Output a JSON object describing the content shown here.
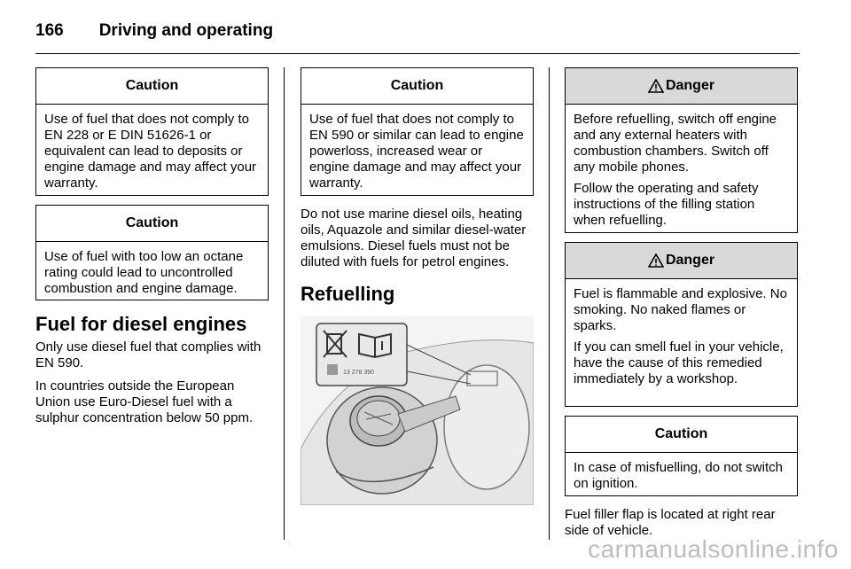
{
  "header": {
    "page_number": "166",
    "section_title": "Driving and operating"
  },
  "col1": {
    "caution1": {
      "title": "Caution",
      "text": "Use of fuel that does not comply to EN 228 or E DIN 51626-1 or equivalent can lead to deposits or engine damage and may affect your warranty."
    },
    "caution2": {
      "title": "Caution",
      "text": "Use of fuel with too low an octane rating could lead to uncontrolled combustion and engine damage."
    },
    "heading": "Fuel for diesel engines",
    "para1": "Only use diesel fuel that complies with EN 590.",
    "para2": "In countries outside the European Union use Euro-Diesel fuel with a sulphur concentration below 50 ppm."
  },
  "col2": {
    "caution": {
      "title": "Caution",
      "text": "Use of fuel that does not comply to EN 590 or similar can lead to engine powerloss, increased wear or engine damage and may affect your warranty."
    },
    "para": "Do not use marine diesel oils, heating oils, Aquazole and similar diesel-water emulsions. Diesel fuels must not be diluted with fuels for petrol engines.",
    "heading": "Refuelling",
    "image_label_code": "13 278 390"
  },
  "col3": {
    "danger1": {
      "title": "Danger",
      "p1": "Before refuelling, switch off engine and any external heaters with combustion chambers. Switch off any mobile phones.",
      "p2": "Follow the operating and safety instructions of the filling station when refuelling."
    },
    "danger2": {
      "title": "Danger",
      "p1": "Fuel is flammable and explosive. No smoking. No naked flames or sparks.",
      "p2": "If you can smell fuel in your vehicle, have the cause of this remedied immediately by a workshop."
    },
    "caution": {
      "title": "Caution",
      "text": "In case of misfuelling, do not switch on ignition."
    },
    "para": "Fuel filler flap is located at right rear side of vehicle."
  },
  "watermark": "carmanualsonline.info",
  "colors": {
    "danger_header": "#d9d9d9",
    "watermark": "#bdbdbd"
  }
}
